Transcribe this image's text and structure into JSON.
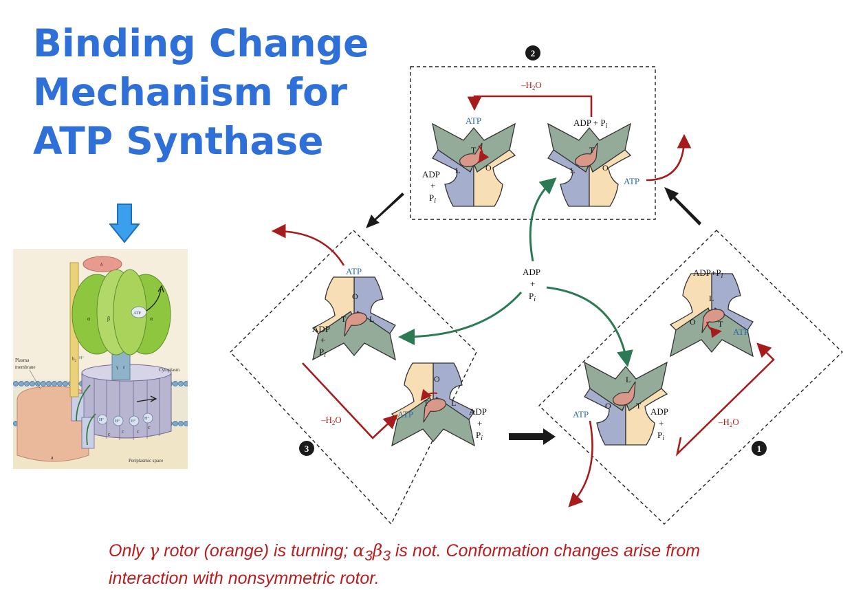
{
  "title_lines": [
    "Binding Change",
    "Mechanism for",
    "ATP Synthase"
  ],
  "caption": {
    "pre": "Only ",
    "gamma": "γ",
    "mid": " rotor (orange) is turning; ",
    "alpha": "α",
    "sub3a": "3",
    "beta": "β",
    "sub3b": "3",
    "post": " is not. Conformation changes arise from",
    "line2": "interaction with nonsymmetric rotor."
  },
  "steps": {
    "one": "1",
    "two": "2",
    "three": "3"
  },
  "sites": {
    "T": "T",
    "L": "L",
    "O": "O"
  },
  "labels": {
    "atp": "ATP",
    "adp": "ADP",
    "plus": "+",
    "pi": "P",
    "pi_sub": "i",
    "adp_plus_pi": "ADP + P",
    "adp_plus_pi_tight": "ADP+P",
    "water_minus": "–H",
    "water_sub": "2",
    "water_o": "O"
  },
  "synthase": {
    "delta": "δ",
    "alpha": "α",
    "beta": "β",
    "atp": "ATP",
    "b2": "b",
    "b2_sub": "2",
    "h_plus": "H⁺",
    "gamma": "γ",
    "epsilon": "ε",
    "plasma_membrane_1": "Plasma",
    "plasma_membrane_2": "membrane",
    "cytoplasm": "Cytoplasm",
    "c": "c",
    "a": "a",
    "periplasmic": "Periplasmic space"
  },
  "colors": {
    "title_blue": "#2f6fd8",
    "caption_red": "#b91d1d",
    "arrow_red": "#a61c1c",
    "arrow_green": "#2b7a53",
    "atp_blue": "#2e6aa6",
    "hexamer_green": "#93ab98",
    "hexamer_purple": "#a5aecc",
    "hexamer_tan": "#f8deb4",
    "rotor_pink": "#d9988a"
  }
}
